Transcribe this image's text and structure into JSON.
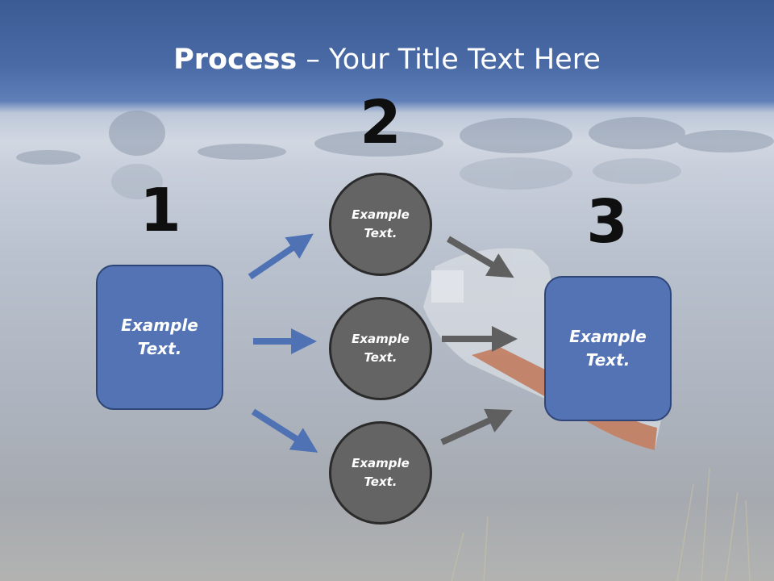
{
  "title": {
    "bold": "Process",
    "rest": " – Your Title Text Here"
  },
  "steps": {
    "one": "1",
    "two": "2",
    "three": "3"
  },
  "left_box": {
    "line1": "Example",
    "line2": "Text."
  },
  "circles": [
    {
      "line1": "Example",
      "line2": "Text."
    },
    {
      "line1": "Example",
      "line2": "Text."
    },
    {
      "line1": "Example",
      "line2": "Text."
    }
  ],
  "right_box": {
    "line1": "Example",
    "line2": "Text."
  },
  "colors": {
    "box_fill": "#5473b4",
    "circle_fill": "#646464",
    "blue_arrow": "#4f72b5",
    "gray_arrow": "#5f5f5f"
  }
}
